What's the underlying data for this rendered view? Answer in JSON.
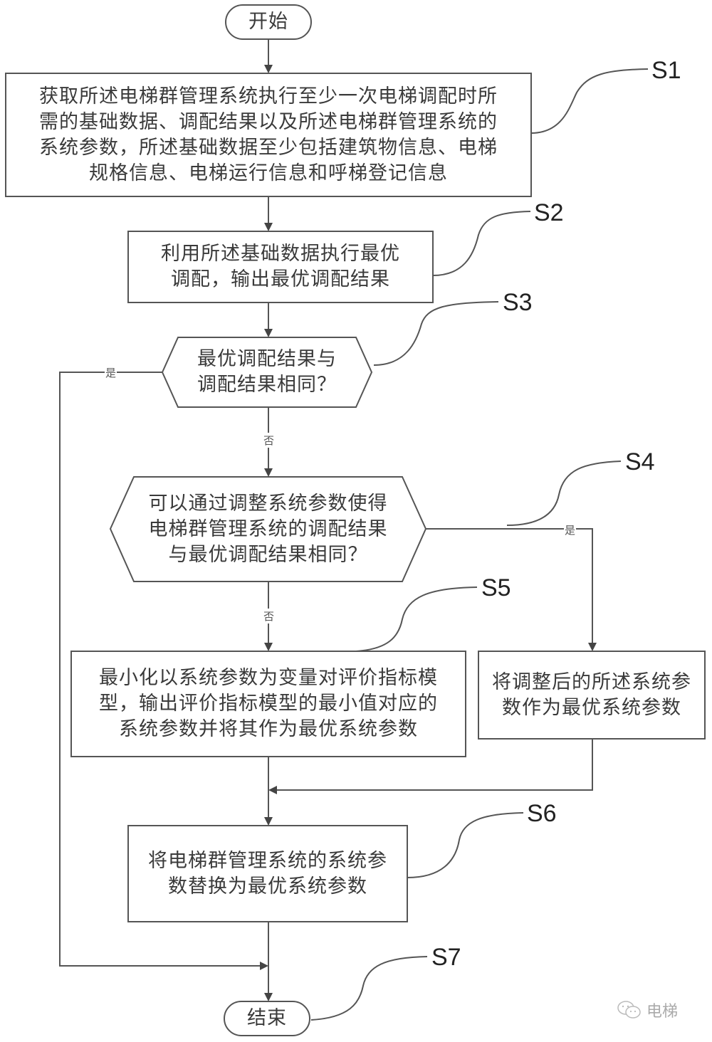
{
  "flowchart": {
    "start": "开始",
    "end": "结束",
    "s1_text": "获取所述电梯群管理系统执行至少一次电梯调配时所需的基础数据、调配结果以及所述电梯群管理系统的系统参数，所述基础数据至少包括建筑物信息、电梯规格信息、电梯运行信息和呼梯登记信息",
    "s1_lines": [
      "获取所述电梯群管理系统执行至少一次电梯调配时所",
      "需的基础数据、调配结果以及所述电梯群管理系统的",
      "系统参数，所述基础数据至少包括建筑物信息、电梯",
      "规格信息、电梯运行信息和呼梯登记信息"
    ],
    "s2_lines": [
      "利用所述基础数据执行最优",
      "调配，输出最优调配结果"
    ],
    "s3_lines": [
      "最优调配结果与",
      "调配结果相同？"
    ],
    "s4_lines": [
      "可以通过调整系统参数使得",
      "电梯群管理系统的调配结果",
      "与最优调配结果相同？"
    ],
    "s5_lines": [
      "最小化以系统参数为变量对评价指标模",
      "型，输出评价指标模型的最小值对应的",
      "系统参数并将其作为最优系统参数"
    ],
    "s4_yes_lines": [
      "将调整后的所述系统参",
      "数作为最优系统参数"
    ],
    "s6_lines": [
      "将电梯群管理系统的系统参",
      "数替换为最优系统参数"
    ],
    "labels": {
      "s1": "S1",
      "s2": "S2",
      "s3": "S3",
      "s4": "S4",
      "s5": "S5",
      "s6": "S6",
      "s7": "S7"
    },
    "branches": {
      "s3_yes": "是",
      "s3_no": "否",
      "s4_yes": "是",
      "s4_no": "否"
    }
  },
  "watermark": {
    "icon": "wechat-icon",
    "text": "电梯"
  }
}
